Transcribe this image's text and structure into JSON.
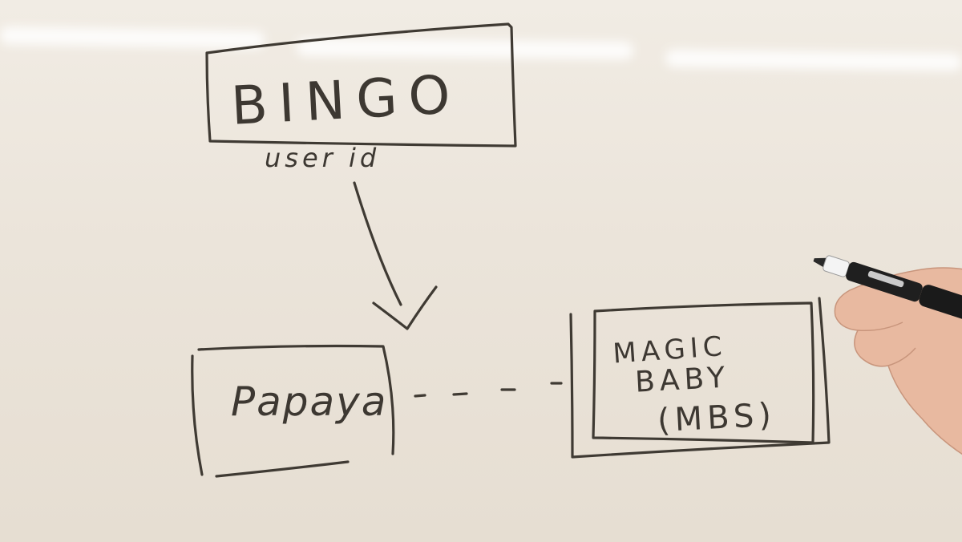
{
  "whiteboard": {
    "top_box": {
      "label": "BINGO"
    },
    "edge_label": "user id",
    "left_box": {
      "label": "Papaya"
    },
    "right_box": {
      "lines": [
        "MAGIC",
        "BABY",
        "(MBS)"
      ]
    }
  },
  "colors": {
    "board": "#ece5db",
    "ink": "#3f3a33",
    "skin": "#e8b9a0"
  },
  "icons": {
    "marker": "whiteboard-marker-icon",
    "hand": "hand-icon"
  }
}
